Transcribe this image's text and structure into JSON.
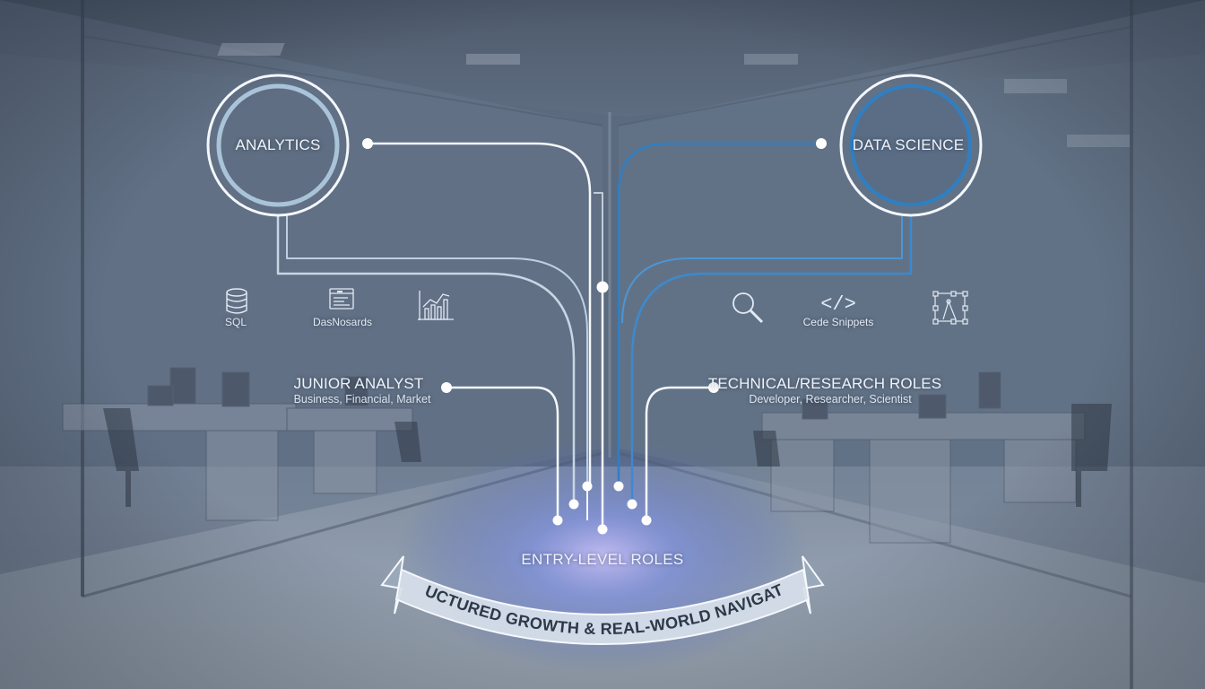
{
  "diagram": {
    "analytics_label": "ANALYTICS",
    "data_science_label": "DATA SCIENCE",
    "tools": {
      "sql": "SQL",
      "dashboards": "DasNosards",
      "code_snippets": "Cede Snippets"
    },
    "roles": {
      "junior_analyst": {
        "title": "JUNIOR ANALYST",
        "subtitle": "Business, Financial, Market"
      },
      "technical_research": {
        "title": "TECHNICAL/RESEARCH ROLES",
        "subtitle": "Developer, Researcher, Scientist"
      }
    },
    "entry_label": "ENTRY-LEVEL ROLES",
    "banner_text": "STRUCTURED GROWTH & REAL-WORLD NAVIGATION"
  },
  "colors": {
    "analytics_accent": "#a9c3d8",
    "data_science_accent": "#2f7fc4",
    "line_white": "#f4f7fb",
    "background": "#56657a"
  },
  "icons": [
    "database-icon",
    "dashboard-window-icon",
    "bar-chart-icon",
    "magnifier-icon",
    "code-brackets-icon",
    "network-nodes-icon"
  ]
}
